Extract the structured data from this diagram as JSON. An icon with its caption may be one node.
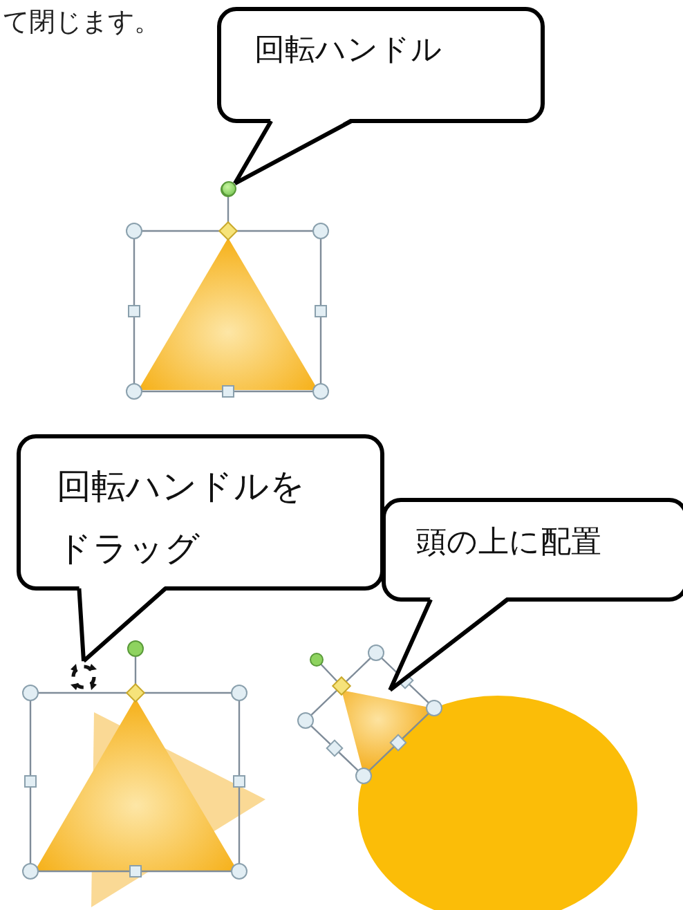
{
  "diagram": {
    "nodes": [
      {
        "text": [
          "回転ハンドル"
        ]
      },
      {
        "text": [],
        "shape": "circle"
      },
      {
        "text": [
          "回転ハンドルをドラッグ"
        ]
      },
      {
        "text": [],
        "shape": "picture"
      },
      {
        "text": [
          "頭の上に配置"
        ]
      },
      {
        "text": [],
        "shape": "triangle"
      },
      {
        "text": [],
        "shape": "ellipse"
      }
    ],
    "edges": [
      {
        "from": 0,
        "to": 1,
        "arrow": "none"
      },
      {
        "from": 2,
        "to": 3,
        "arrow": "none"
      },
      {
        "from": 4,
        "to": 5,
        "arrow": "none"
      }
    ],
    "labels": [
      "て閉じます。"
    ]
  }
}
